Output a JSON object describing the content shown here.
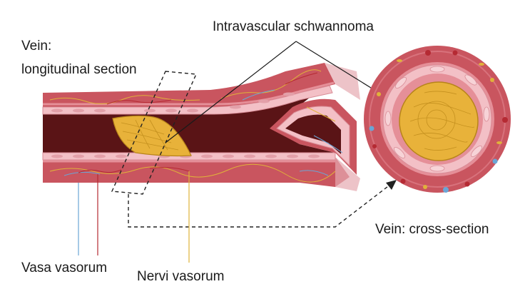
{
  "labels": {
    "vein_longitudinal_line1": "Vein:",
    "vein_longitudinal_line2": "longitudinal section",
    "intravascular_schwannoma": "Intravascular schwannoma",
    "vein_cross_section": "Vein: cross-section",
    "vasa_vasorum": "Vasa vasorum",
    "nervi_vasorum": "Nervi vasorum"
  },
  "colors": {
    "vessel_wall": "#c9555f",
    "vessel_wall_light": "#e58f98",
    "endothelium": "#f3c0c6",
    "lumen": "#5a1416",
    "tumor": "#e8b23a",
    "tumor_stroke": "#b7841a",
    "vasa_line": "#6aa6d6",
    "artery_line": "#b52a33",
    "nerve_line": "#e0b23a"
  }
}
